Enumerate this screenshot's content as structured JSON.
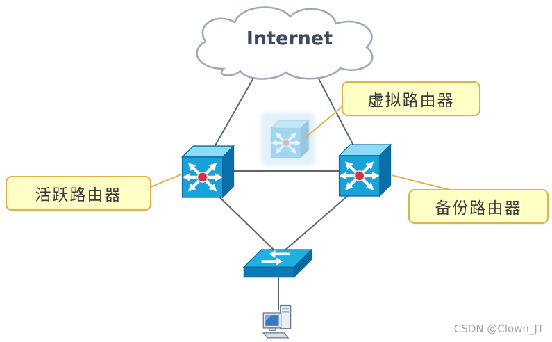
{
  "title": {
    "text": "Internet"
  },
  "nodes": [
    {
      "id": "internet",
      "label": "Internet",
      "type": "cloud"
    },
    {
      "id": "virtual-router",
      "type": "router",
      "state": "virtual"
    },
    {
      "id": "active-router",
      "type": "router",
      "state": "active"
    },
    {
      "id": "backup-router",
      "type": "router",
      "state": "backup"
    },
    {
      "id": "switch",
      "type": "switch"
    },
    {
      "id": "pc",
      "type": "workstation"
    }
  ],
  "edges": [
    {
      "from": "internet",
      "to": "active-router"
    },
    {
      "from": "internet",
      "to": "backup-router"
    },
    {
      "from": "active-router",
      "to": "backup-router"
    },
    {
      "from": "active-router",
      "to": "switch"
    },
    {
      "from": "backup-router",
      "to": "switch"
    },
    {
      "from": "switch",
      "to": "pc"
    }
  ],
  "callouts": [
    {
      "id": "virtual",
      "label": "虚拟路由器"
    },
    {
      "id": "active",
      "label": "活跃路由器"
    },
    {
      "id": "backup",
      "label": "备份路由器"
    }
  ],
  "watermark": "CSDN @Clown_JT",
  "colors": {
    "device_front": "#17A3D8",
    "device_top": "#8EDBF7",
    "device_side": "#0A6FA8",
    "device_outline": "#086A9E",
    "arrow": "#FFFFFF",
    "hub_dot": "#D63044",
    "edge_line": "#5A6672",
    "callout_fill": "#FFFFC6",
    "callout_border": "#DDB34E",
    "cloud_outline": "#9AA8BA",
    "title_text": "#3E4A5D"
  }
}
